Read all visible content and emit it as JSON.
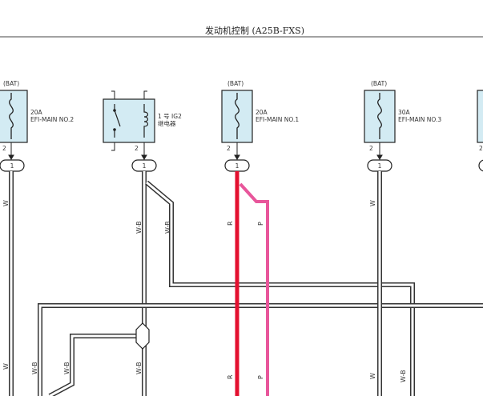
{
  "header": {
    "title": "发动机控制 (A25B-FXS)"
  },
  "components": {
    "fuse_left": {
      "source": "(BAT)",
      "rating": "20A",
      "name": "EFI-MAIN NO.2",
      "pin": "2"
    },
    "relay": {
      "name_line1": "1 号 IG2",
      "name_line2": "继电器",
      "pin": "2"
    },
    "fuse_mid": {
      "source": "(BAT)",
      "rating": "20A",
      "name": "EFI-MAIN NO.1",
      "pin": "2"
    },
    "fuse_right": {
      "source": "(BAT)",
      "rating": "30A",
      "name": "EFI-MAIN NO.3",
      "pin": "2"
    },
    "fuse_edge": {
      "pin": "2"
    }
  },
  "connectors": {
    "c1": "1",
    "c2": "1",
    "c3": "1",
    "c4": "1"
  },
  "wire_labels": {
    "w_left": "W",
    "wb_relay": "W-B",
    "wb_branch": "W-B",
    "r_mid": "R",
    "p_mid": "P",
    "w_right": "W",
    "w_left_low": "W",
    "wb_far_left": "W-B",
    "wb_mid_low": "W-B",
    "wb_relay_low": "W-B",
    "r_low": "R",
    "p_low": "P",
    "w_right_low": "W",
    "wb_right_low": "W-B"
  },
  "colors": {
    "red": "#e3102f",
    "pink": "#e8569b",
    "fuse_fill": "#d3ebf3"
  }
}
